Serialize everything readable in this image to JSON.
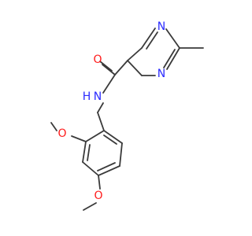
{
  "molecule": {
    "atoms": {
      "n_ring_top": "N",
      "n_ring_bottom": "N",
      "o_carbonyl": "O",
      "n_amide": "N",
      "h_amide": "H",
      "o_methoxy_ortho": "O",
      "o_methoxy_para": "O"
    },
    "colors": {
      "bond": "#3a3a3a",
      "nitrogen": "#2b2bff",
      "oxygen": "#ff1a1a",
      "background": "#ffffff"
    }
  }
}
